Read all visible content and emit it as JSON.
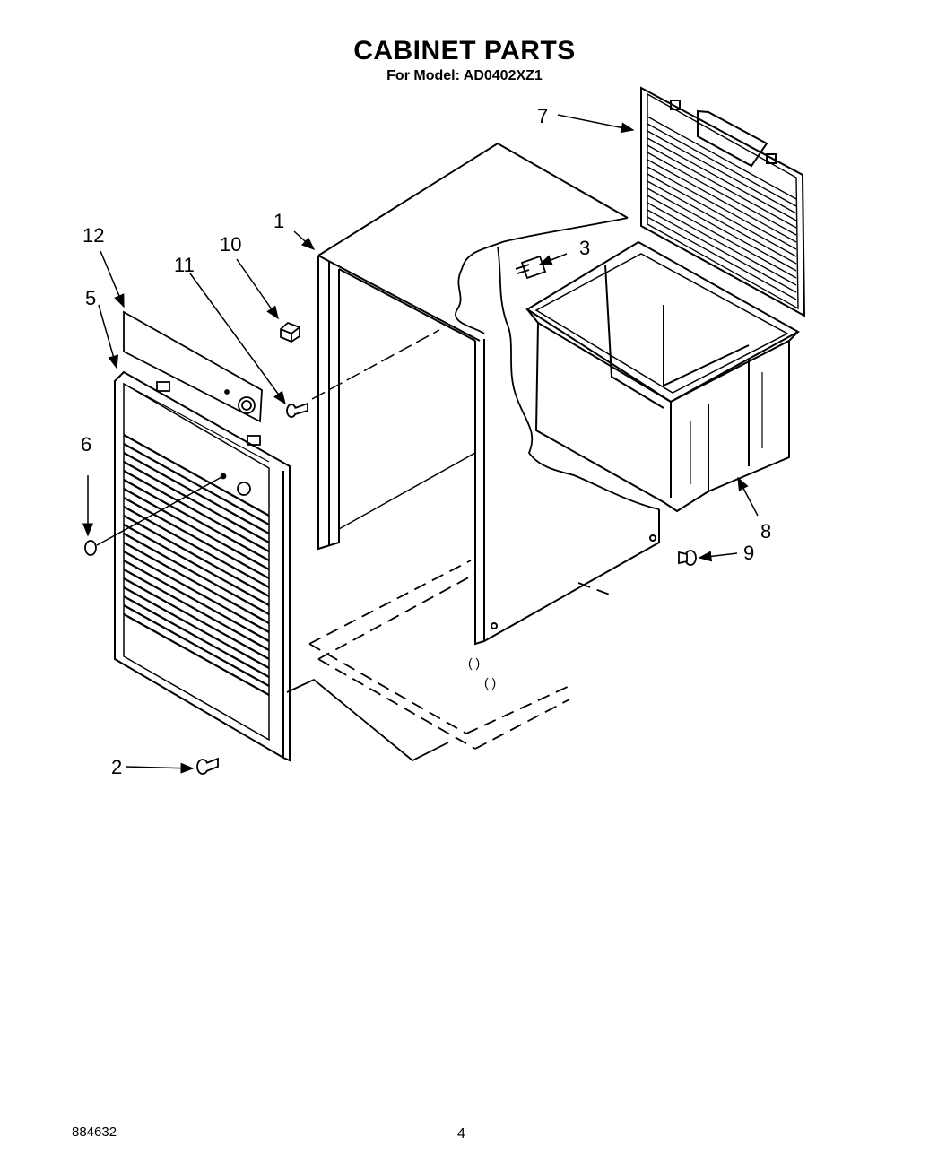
{
  "header": {
    "title": "CABINET PARTS",
    "subtitle": "For Model: AD0402XZ1"
  },
  "callouts": [
    {
      "id": "1",
      "label": "1"
    },
    {
      "id": "2",
      "label": "2"
    },
    {
      "id": "3",
      "label": "3"
    },
    {
      "id": "5",
      "label": "5"
    },
    {
      "id": "6",
      "label": "6"
    },
    {
      "id": "7",
      "label": "7"
    },
    {
      "id": "8",
      "label": "8"
    },
    {
      "id": "9",
      "label": "9"
    },
    {
      "id": "10",
      "label": "10"
    },
    {
      "id": "11",
      "label": "11"
    },
    {
      "id": "12",
      "label": "12"
    }
  ],
  "footer": {
    "doc_number": "884632",
    "page_number": "4"
  }
}
